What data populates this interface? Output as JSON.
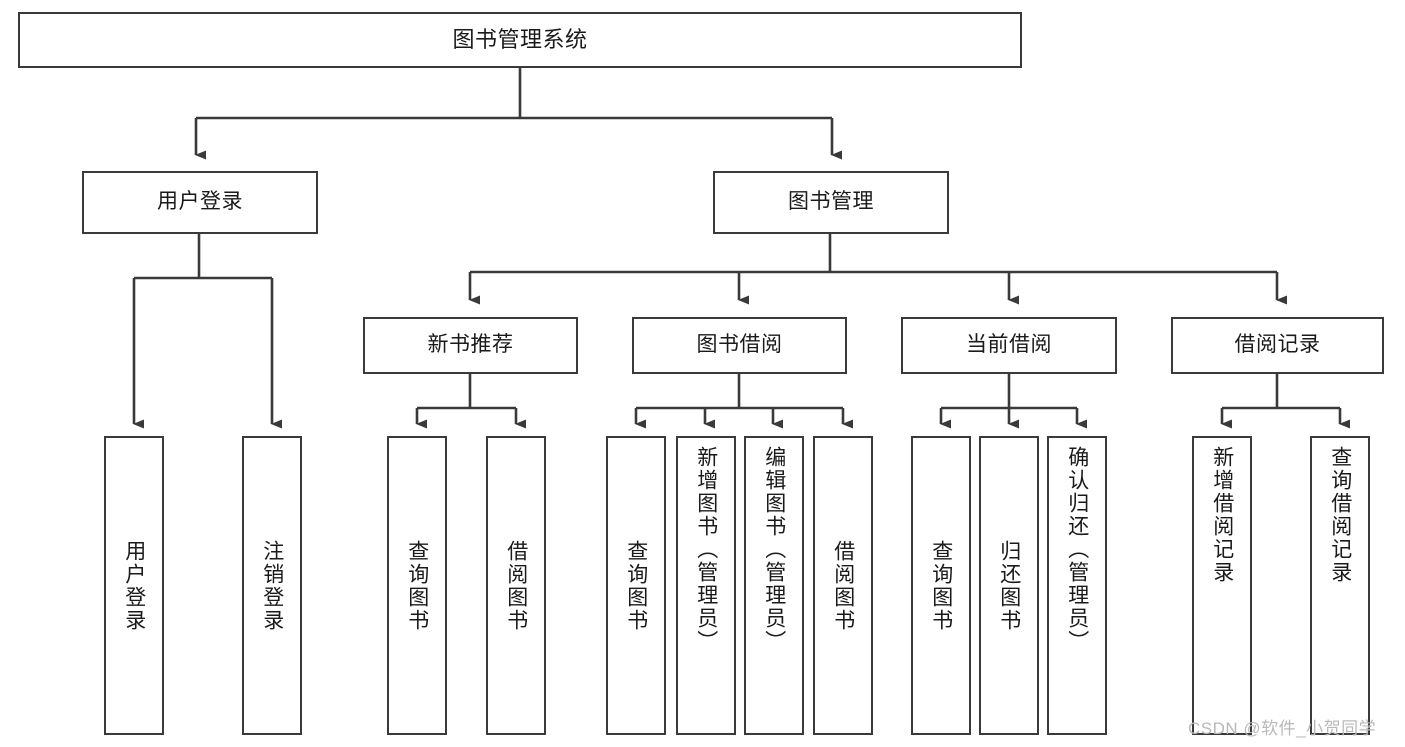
{
  "diagram": {
    "type": "tree-hierarchy",
    "title": "图书管理系统",
    "root": {
      "label": "图书管理系统"
    },
    "level2": [
      {
        "label": "用户登录"
      },
      {
        "label": "图书管理"
      }
    ],
    "level3": [
      {
        "label": "新书推荐"
      },
      {
        "label": "图书借阅"
      },
      {
        "label": "当前借阅"
      },
      {
        "label": "借阅记录"
      }
    ],
    "leaves": {
      "user_login": [
        {
          "label": "用户登录"
        },
        {
          "label": "注销登录"
        }
      ],
      "new_book_recommend": [
        {
          "label": "查询图书"
        },
        {
          "label": "借阅图书"
        }
      ],
      "book_borrow": [
        {
          "label": "查询图书"
        },
        {
          "label": "新增图书（管理员）"
        },
        {
          "label": "编辑图书（管理员）"
        },
        {
          "label": "借阅图书"
        }
      ],
      "current_borrow": [
        {
          "label": "查询图书"
        },
        {
          "label": "归还图书"
        },
        {
          "label": "确认归还（管理员）"
        }
      ],
      "borrow_record": [
        {
          "label": "新增借阅记录"
        },
        {
          "label": "查询借阅记录"
        }
      ]
    },
    "watermark": "CSDN @软件_小贺同学",
    "colors": {
      "stroke": "#3a3a3a",
      "fill": "#ffffff",
      "text": "#1a1a1a",
      "watermark": "#b9b9b9"
    }
  }
}
